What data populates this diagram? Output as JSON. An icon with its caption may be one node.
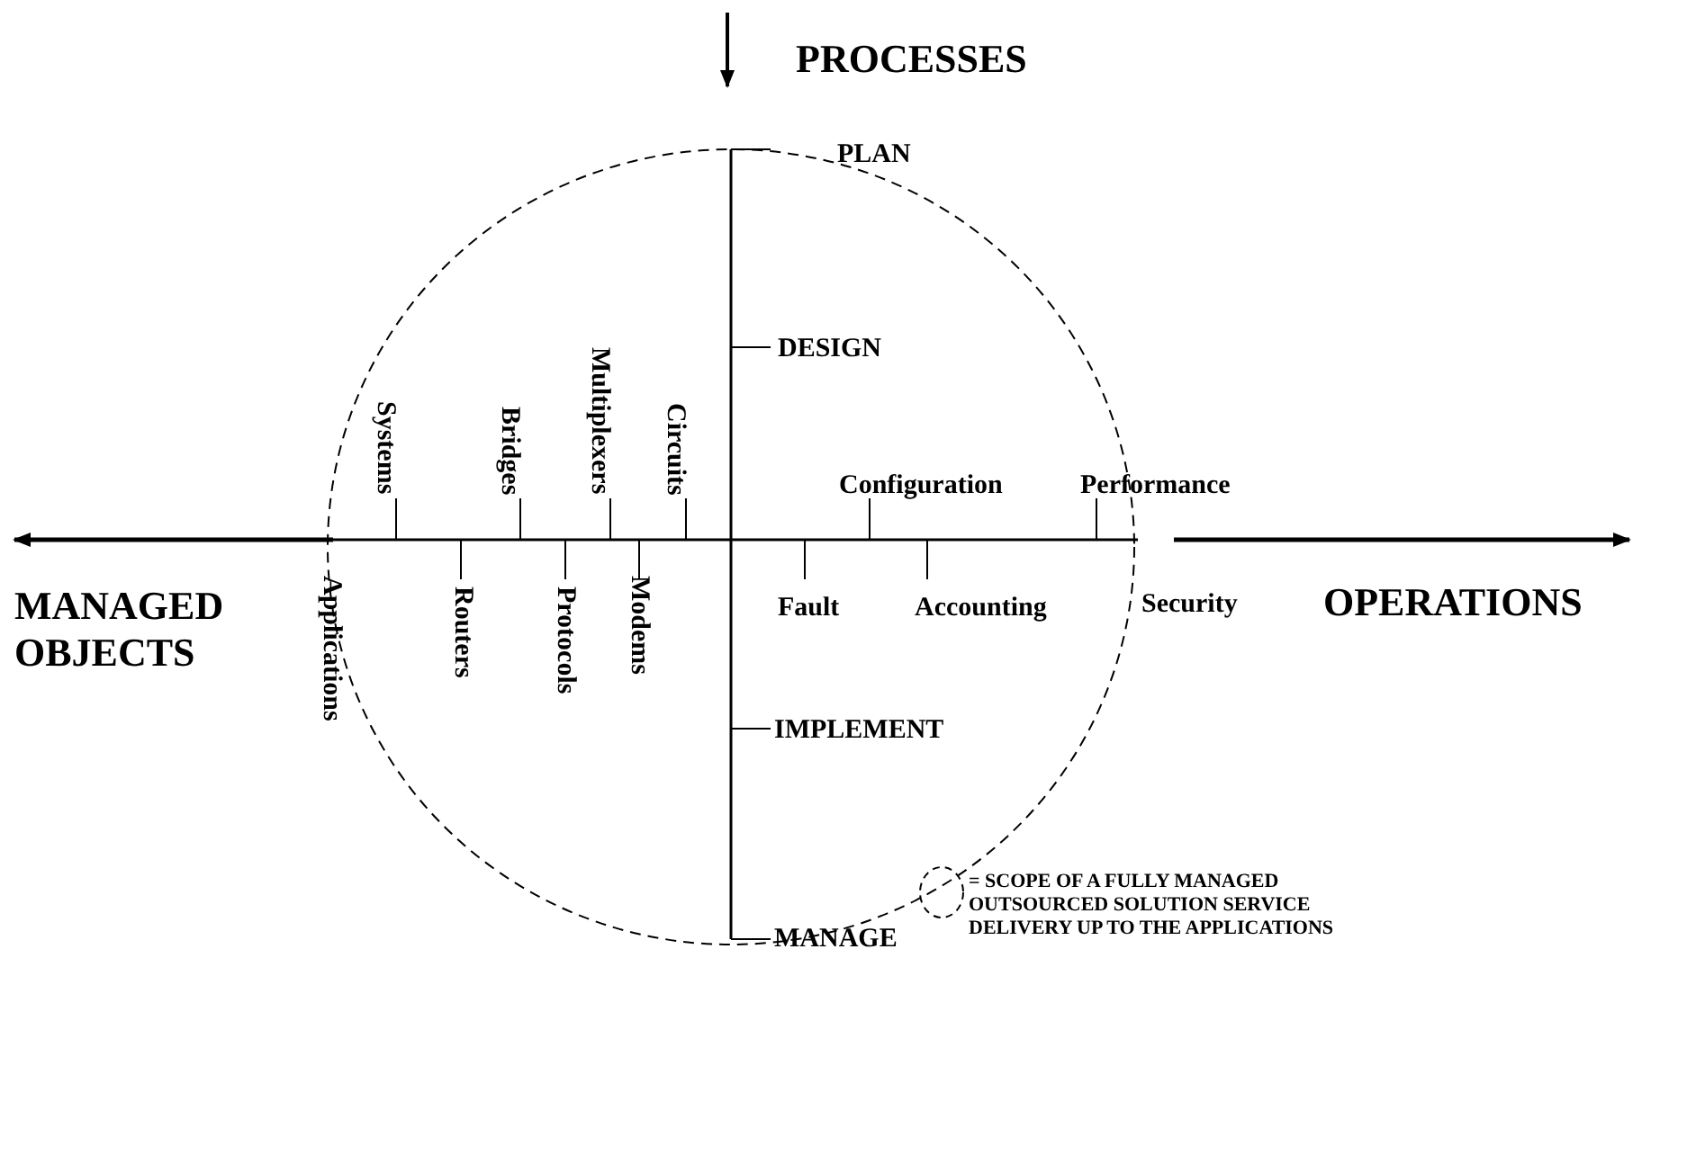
{
  "diagram": {
    "labels": [
      "PROCESSES",
      "PLAN",
      "DESIGN",
      "Systems",
      "Bridges",
      "Multiplexers",
      "Circuits",
      "Configuration",
      "Performance",
      "MANAGED OBJECTS",
      "Applications",
      "Routers",
      "Protocols",
      "Modems",
      "Fault",
      "Accounting",
      "Security",
      "OPERATIONS",
      "IMPLEMENT",
      "MANAGE"
    ],
    "legend": [
      {
        "text": "= SCOPE OF A FULLY MANAGED OUTSOURCED SOLUTION SERVICE DELIVERY UP TO THE APPLICATIONS"
      }
    ]
  }
}
